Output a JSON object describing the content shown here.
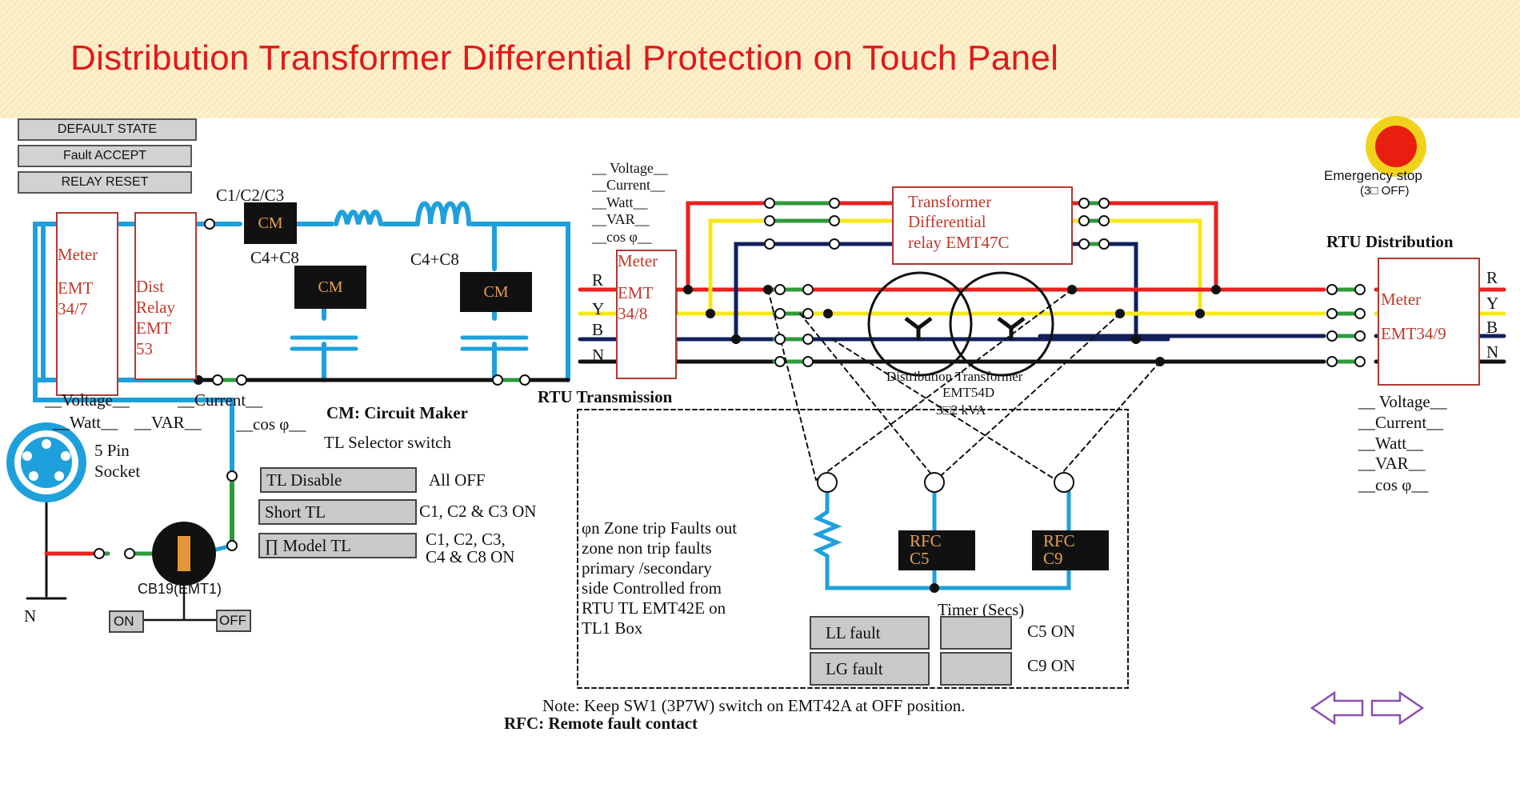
{
  "title": "Distribution Transformer Differential Protection on Touch Panel",
  "controls": {
    "default_state": "DEFAULT STATE",
    "fault_accept": "Fault  ACCEPT",
    "relay_reset": "RELAY  RESET",
    "emergency_stop": "Emergency stop",
    "emergency_sub": "(3□ OFF)"
  },
  "left_section": {
    "meter_lines": [
      "Meter",
      "EMT",
      "34/7"
    ],
    "dist_relay_lines": [
      "Dist",
      "Relay",
      "EMT",
      "53"
    ],
    "c123_label": "C1/C2/C3",
    "cm_label": "CM",
    "c48_label_1": "C4+C8",
    "c48_label_2": "C4+C8",
    "voltage": "__Voltage__",
    "current": "__Current__",
    "watt": "__Watt__",
    "var": "__VAR__",
    "cosphi": "__cos φ__",
    "cm_legend": "CM: Circuit Maker",
    "tl_selector": "TL Selector switch",
    "socket_lines": [
      "5 Pin",
      "Socket"
    ],
    "cb_label": "CB19(EMT1)",
    "n_label": "N",
    "on_label": "ON",
    "off_label": "OFF"
  },
  "tl_panel": {
    "rows": [
      {
        "button": "TL Disable",
        "desc": "All OFF"
      },
      {
        "button": "Short TL",
        "desc": "C1, C2 & C3 ON"
      },
      {
        "button": "∏ Model TL",
        "desc_lines": [
          "C1, C2, C3,",
          "C4 & C8 ON"
        ]
      }
    ]
  },
  "rtu_transmission": {
    "label": "RTU Transmission",
    "readings": [
      "__ Voltage__",
      "__Current__",
      "__Watt__",
      "__VAR__",
      "__cos φ__"
    ],
    "meter_lines": [
      "Meter",
      "EMT",
      "34/8"
    ],
    "phases": [
      "R",
      "Y",
      "B",
      "N"
    ]
  },
  "transformer": {
    "relay_lines": [
      "Transformer",
      "Differential",
      "relay EMT47C"
    ],
    "name": "Distribution Transformer",
    "model": "EMT54D",
    "rating": "3□2 kVA"
  },
  "rtu_distribution": {
    "label": "RTU Distribution",
    "meter_lines": [
      "Meter",
      "EMT34/9"
    ],
    "phases": [
      "R",
      "Y",
      "B",
      "N"
    ],
    "readings": [
      "__ Voltage__",
      "__Current__",
      "__Watt__",
      "__VAR__",
      "__cos φ__"
    ]
  },
  "fault_panel": {
    "description_lines": [
      "φn Zone trip Faults out",
      "zone non trip faults",
      "primary      /secondary",
      "side Controlled from",
      "RTU TL EMT42E on",
      "TL1 Box"
    ],
    "rfc1_lines": [
      "RFC",
      "C5"
    ],
    "rfc2_lines": [
      "RFC",
      "C9"
    ],
    "timer_label": "Timer (Secs)",
    "ll_fault": "LL fault",
    "lg_fault": "LG fault",
    "c5_on": "C5 ON",
    "c9_on": "C9 ON"
  },
  "notes": {
    "note": "Note: Keep SW1 (3P7W) switch on EMT42A at OFF position.",
    "rfc": "RFC: Remote fault contact"
  },
  "nav": {
    "prev_icon": "arrow-left-icon",
    "next_icon": "arrow-right-icon"
  },
  "colors": {
    "title": "#e0191b",
    "phase_r": "#e8201f",
    "phase_y": "#f5e81a",
    "phase_b": "#13205c",
    "neutral": "#111111",
    "wire_blue": "#1ea0dc",
    "wire_green": "#2e9a3c",
    "box_border": "#b03a2e"
  }
}
